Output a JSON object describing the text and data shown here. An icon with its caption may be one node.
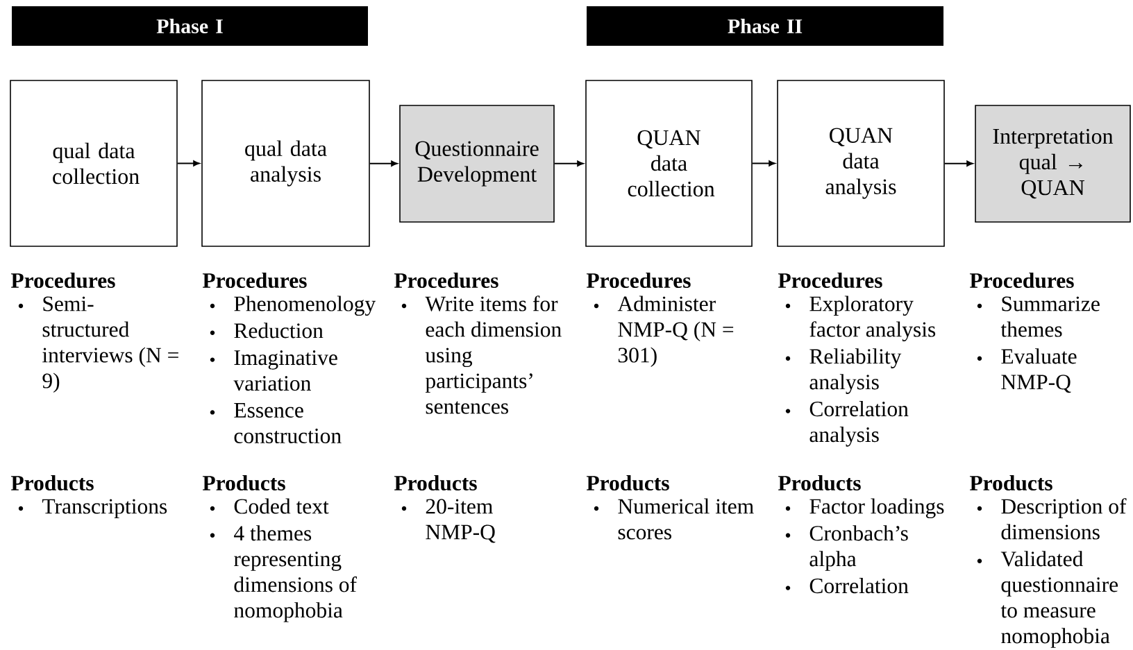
{
  "diagram": {
    "nodes": [
      {
        "text": [
          "Phase I"
        ]
      },
      {
        "text": [
          "Phase II"
        ]
      },
      {
        "text": [
          "qual data collection"
        ]
      },
      {
        "text": [
          "qual data analysis"
        ]
      },
      {
        "text": [
          "Questionnaire Development"
        ]
      },
      {
        "text": [
          "QUAN data collection"
        ]
      },
      {
        "text": [
          "QUAN data analysis"
        ]
      },
      {
        "text": [
          "Interpretation qual → QUAN"
        ]
      }
    ],
    "edges": [
      {
        "from": 2,
        "to": 3,
        "arrow": "to"
      },
      {
        "from": 3,
        "to": 4,
        "arrow": "to"
      },
      {
        "from": 4,
        "to": 5,
        "arrow": "to"
      },
      {
        "from": 5,
        "to": 6,
        "arrow": "to"
      },
      {
        "from": 6,
        "to": 7,
        "arrow": "to"
      }
    ],
    "labels": [
      "Procedures",
      "Semi-structured interviews (N = 9)",
      "Products",
      "Transcriptions",
      "Procedures",
      "Phenomenology",
      "Reduction",
      "Imaginative variation",
      "Essence construction",
      "Products",
      "Coded text",
      "4 themes representing dimensions of nomophobia",
      "Procedures",
      "Write items for each dimension using participants’ sentences",
      "Products",
      "20-item NMP-Q",
      "Procedures",
      "Administer NMP-Q (N = 301)",
      "Products",
      "Numerical item scores",
      "Procedures",
      "Exploratory factor analysis",
      "Reliability analysis",
      "Correlation analysis",
      "Products",
      "Factor loadings",
      "Cronbach’s alpha",
      "Correlation",
      "Procedures",
      "Summarize themes",
      "Evaluate NMP-Q",
      "Products",
      "Description of dimensions",
      "Validated questionnaire to measure nomophobia"
    ]
  }
}
